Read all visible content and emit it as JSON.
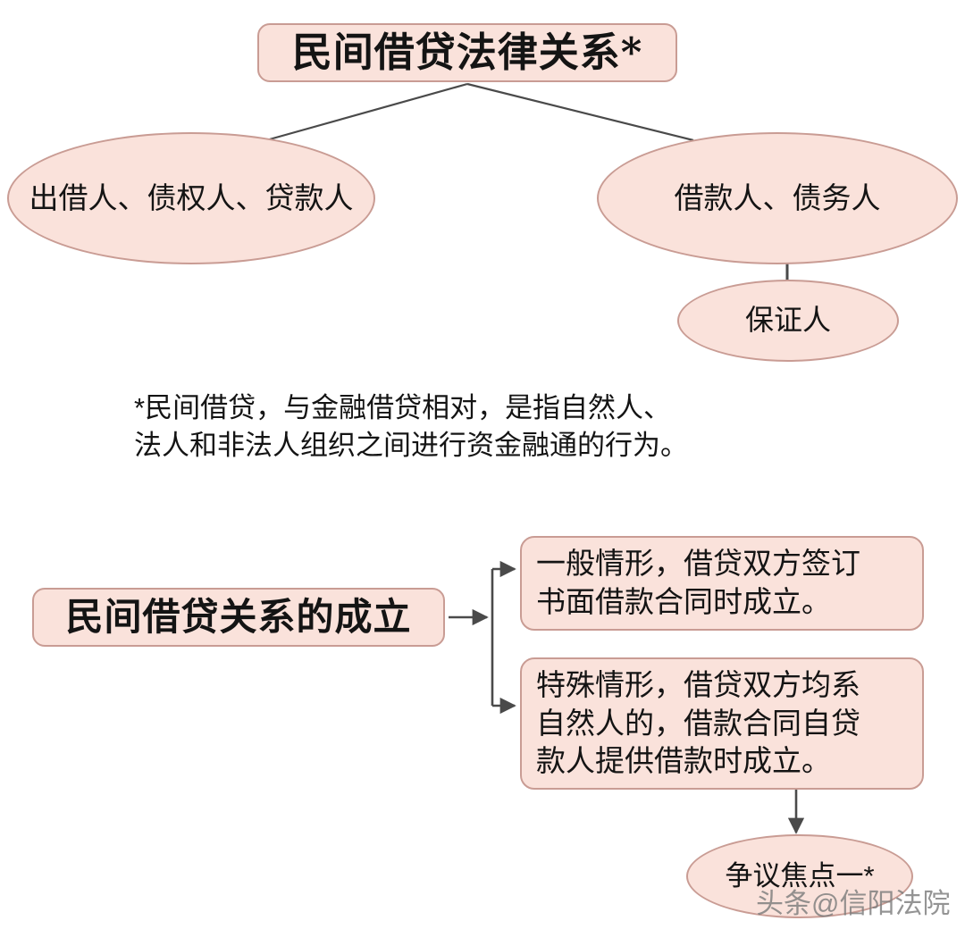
{
  "document": {
    "title": "民间借贷法律关系*",
    "theme": {
      "node_fill": "#fae2db",
      "node_border": "#c99c94",
      "connector": "#4a4a4a",
      "text": "#141414",
      "watermark": "#7d7d7d",
      "background": "#ffffff"
    }
  },
  "top_section": {
    "title_box": {
      "label": "民间借贷法律关系*",
      "shape": "rounded-rectangle"
    },
    "parties": [
      {
        "id": "lender",
        "label": "出借人、债权人、贷款人",
        "shape": "ellipse"
      },
      {
        "id": "borrower",
        "label": "借款人、债务人",
        "shape": "ellipse"
      },
      {
        "id": "guarantor",
        "label": "保证人",
        "shape": "ellipse"
      }
    ],
    "footnote": "*民间借贷，与金融借贷相对，是指自然人、\n  法人和非法人组织之间进行资金融通的行为。"
  },
  "bottom_section": {
    "formation_label": "民间借贷关系的成立",
    "cases": [
      {
        "id": "general-case",
        "text": "一般情形，借贷双方签订\n书面借款合同时成立。"
      },
      {
        "id": "special-case",
        "text": "特殊情形，借贷双方均系\n自然人的，借款合同自贷\n款人提供借款时成立。"
      }
    ],
    "dispute_node": {
      "label": "争议焦点一*",
      "shape": "ellipse"
    }
  },
  "watermark": {
    "text": "头条@信阳法院"
  }
}
